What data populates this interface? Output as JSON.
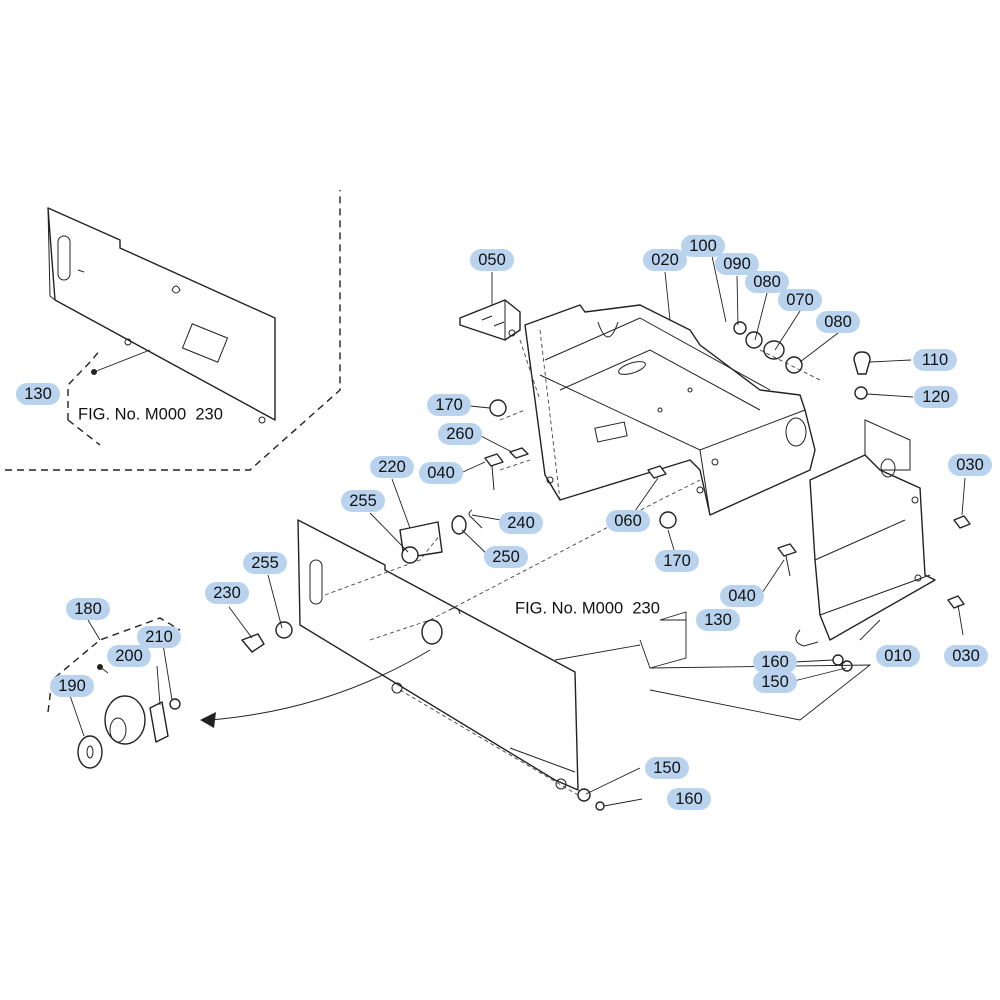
{
  "figure_refs": {
    "inset": "FIG. No. M000  230",
    "main": "FIG. No. M000  230"
  },
  "callouts": {
    "c050": "050",
    "c020": "020",
    "c100": "100",
    "c090": "090",
    "c080a": "080",
    "c070": "070",
    "c080b": "080",
    "c110": "110",
    "c120": "120",
    "c170a": "170",
    "c260": "260",
    "c040a": "040",
    "c220": "220",
    "c255a": "255",
    "c240": "240",
    "c250": "250",
    "c060": "060",
    "c170b": "170",
    "c030a": "030",
    "c030b": "030",
    "c040b": "040",
    "c010": "010",
    "c160a": "160",
    "c150a": "150",
    "c130a": "130",
    "c130b": "130",
    "c230": "230",
    "c255b": "255",
    "c180": "180",
    "c210": "210",
    "c200": "200",
    "c190": "190",
    "c150b": "150",
    "c160b": "160"
  }
}
